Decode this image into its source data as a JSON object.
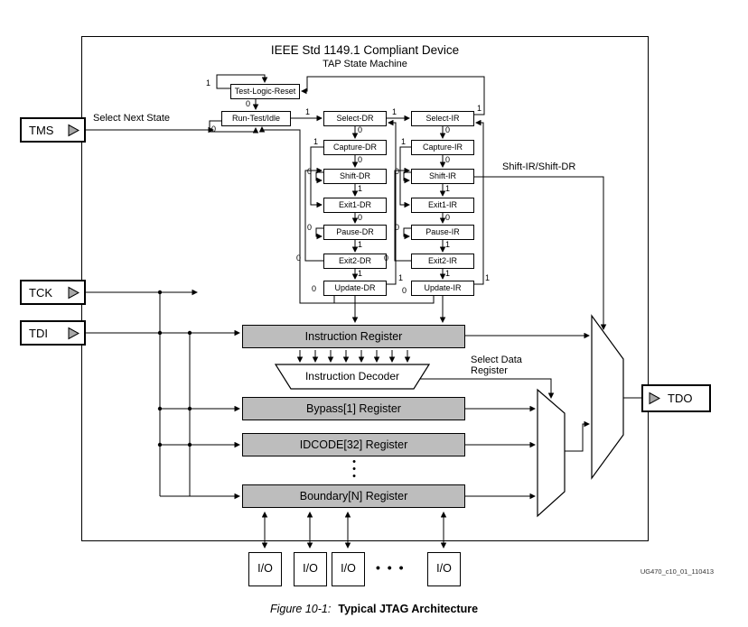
{
  "device": {
    "title": "IEEE Std 1149.1 Compliant Device",
    "subtitle": "TAP State Machine"
  },
  "ports": {
    "tms": "TMS",
    "tck": "TCK",
    "tdi": "TDI",
    "tdo": "TDO"
  },
  "annotations": {
    "select_next_state": "Select Next State",
    "shift_select": "Shift-IR/Shift-DR",
    "select_data_register": "Select Data\nRegister"
  },
  "tap": {
    "tlr": "Test-Logic-Reset",
    "rti": "Run-Test/Idle",
    "dr": [
      "Select-DR",
      "Capture-DR",
      "Shift-DR",
      "Exit1-DR",
      "Pause-DR",
      "Exit2-DR",
      "Update-DR"
    ],
    "ir": [
      "Select-IR",
      "Capture-IR",
      "Shift-IR",
      "Exit1-IR",
      "Pause-IR",
      "Exit2-IR",
      "Update-IR"
    ],
    "bits": [
      "0",
      "0",
      "1",
      "0",
      "1",
      "1",
      "0",
      "0",
      "1",
      "0",
      "1",
      "1",
      "1",
      "0",
      "0",
      "0",
      "0",
      "1",
      "0",
      "0",
      "0",
      "0",
      "1",
      "1",
      "1",
      "1",
      "1",
      "1",
      "0",
      "0"
    ]
  },
  "registers": {
    "instruction": "Instruction Register",
    "decoder": "Instruction Decoder",
    "bypass": "Bypass[1] Register",
    "idcode": "IDCODE[32] Register",
    "boundary": "Boundary[N] Register",
    "more": "•\n•\n•"
  },
  "io": {
    "label": "I/O",
    "more": "• • •"
  },
  "footer": {
    "doc_id": "UG470_c10_01_110413",
    "figure_label": "Figure 10-1:",
    "figure_title": "Typical JTAG Architecture"
  },
  "icons": {
    "buffer_triangle": "right-pointing-buffer"
  },
  "colors": {
    "line": "#000000",
    "register_fill": "#bdbdbd",
    "buffer_fill": "#a8a8a8"
  }
}
